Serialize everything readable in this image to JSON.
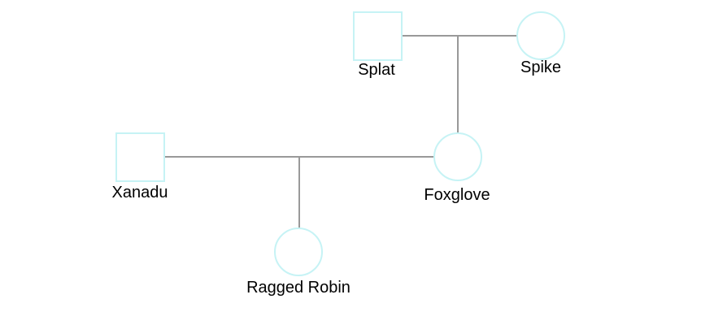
{
  "pedigree": {
    "colors": {
      "node_stroke": "#c6f3f5",
      "line_stroke": "#999999",
      "label": "#000000",
      "background": "#ffffff"
    },
    "individuals": [
      {
        "id": "splat",
        "name": "Splat",
        "sex": "male",
        "symbol": "square"
      },
      {
        "id": "spike",
        "name": "Spike",
        "sex": "female",
        "symbol": "circle"
      },
      {
        "id": "xanadu",
        "name": "Xanadu",
        "sex": "male",
        "symbol": "square"
      },
      {
        "id": "foxglove",
        "name": "Foxglove",
        "sex": "female",
        "symbol": "circle"
      },
      {
        "id": "ragged-robin",
        "name": "Ragged Robin",
        "sex": "female",
        "symbol": "circle"
      }
    ],
    "unions": [
      {
        "id": "splat-spike",
        "partners": [
          "splat",
          "spike"
        ],
        "children": [
          "foxglove"
        ]
      },
      {
        "id": "xanadu-foxglove",
        "partners": [
          "xanadu",
          "foxglove"
        ],
        "children": [
          "ragged-robin"
        ]
      }
    ]
  }
}
